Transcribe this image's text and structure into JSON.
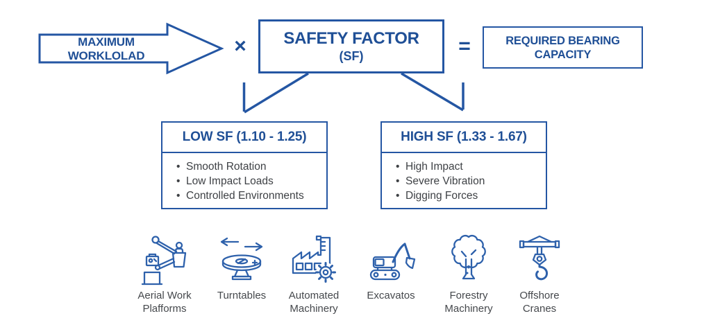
{
  "formula": {
    "max_workload": "MAXIMUM WORKLOLAD",
    "times": "×",
    "safety_factor_title": "SAFETY FACTOR",
    "safety_factor_sub": "(SF)",
    "equals": "=",
    "required_bearing": "REQUIRED BEARING CAPACITY"
  },
  "low_sf": {
    "title": "LOW SF (1.10 - 1.25)",
    "items": [
      "Smooth Rotation",
      "Low Impact Loads",
      "Controlled Environments"
    ]
  },
  "high_sf": {
    "title": "HIGH SF (1.33 - 1.67)",
    "items": [
      "High Impact",
      "Severe Vibration",
      "Digging Forces"
    ]
  },
  "applications": [
    {
      "label": "Aerial Work Plafforms",
      "icon": "aerial-work-platform-icon"
    },
    {
      "label": "Turntables",
      "icon": "turntable-icon"
    },
    {
      "label": "Automated Machinery",
      "icon": "factory-gear-icon"
    },
    {
      "label": "Excavatos",
      "icon": "excavator-icon"
    },
    {
      "label": "Forestry Machinery",
      "icon": "tree-icon"
    },
    {
      "label": "Offshore Cranes",
      "icon": "crane-hook-icon"
    }
  ],
  "colors": {
    "primary_blue": "#1f4f96",
    "border_blue": "#2456a3",
    "icon_blue": "#2e61ab",
    "text_gray": "#3e4145",
    "background": "#ffffff"
  }
}
